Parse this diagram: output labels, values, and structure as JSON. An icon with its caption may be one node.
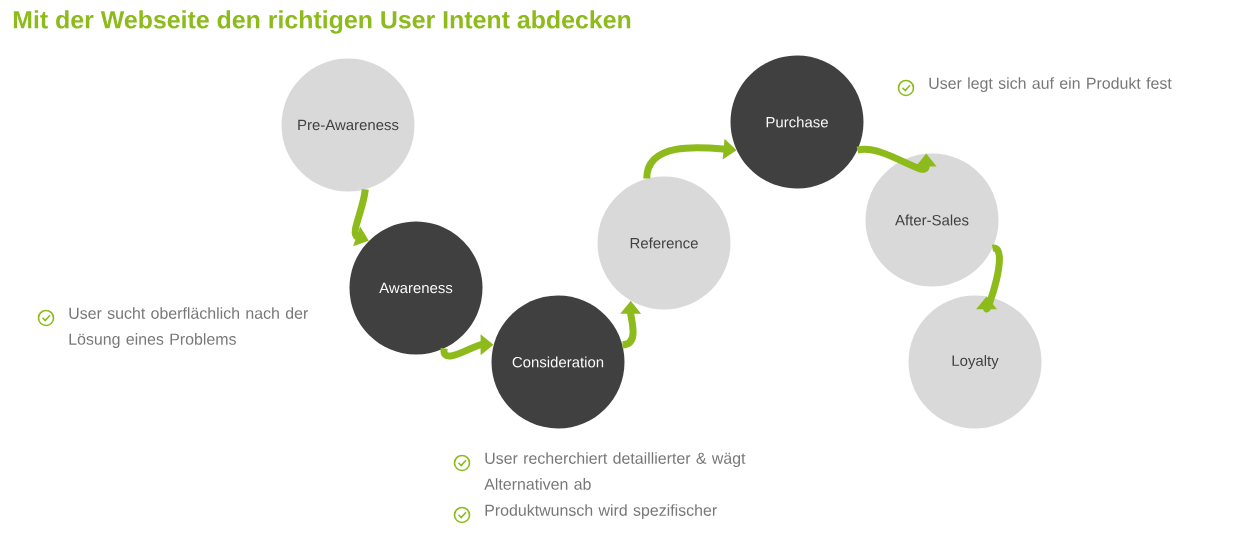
{
  "diagram": {
    "title": "Mit der Webseite den richtigen User Intent abdecken",
    "nodes": [
      {
        "text": [
          "Pre-Awareness"
        ]
      },
      {
        "text": [
          "Awareness"
        ]
      },
      {
        "text": [
          "Consideration"
        ]
      },
      {
        "text": [
          "Reference"
        ]
      },
      {
        "text": [
          "Purchase"
        ]
      },
      {
        "text": [
          "After-Sales"
        ]
      },
      {
        "text": [
          "Loyalty"
        ]
      }
    ],
    "edges": [
      {
        "from": 0,
        "to": 1,
        "arrow": "to"
      },
      {
        "from": 1,
        "to": 2,
        "arrow": "to"
      },
      {
        "from": 2,
        "to": 3,
        "arrow": "to"
      },
      {
        "from": 3,
        "to": 4,
        "arrow": "to"
      },
      {
        "from": 4,
        "to": 5,
        "arrow": "to"
      },
      {
        "from": 5,
        "to": 6,
        "arrow": "to"
      }
    ],
    "labels": [
      "User legt sich auf ein Produkt fest",
      "User sucht oberflächlich nach der Lösung eines Problems",
      "User recherchiert detaillierter & wägt Alternativen ab",
      "Produktwunsch wird spezifischer"
    ]
  }
}
